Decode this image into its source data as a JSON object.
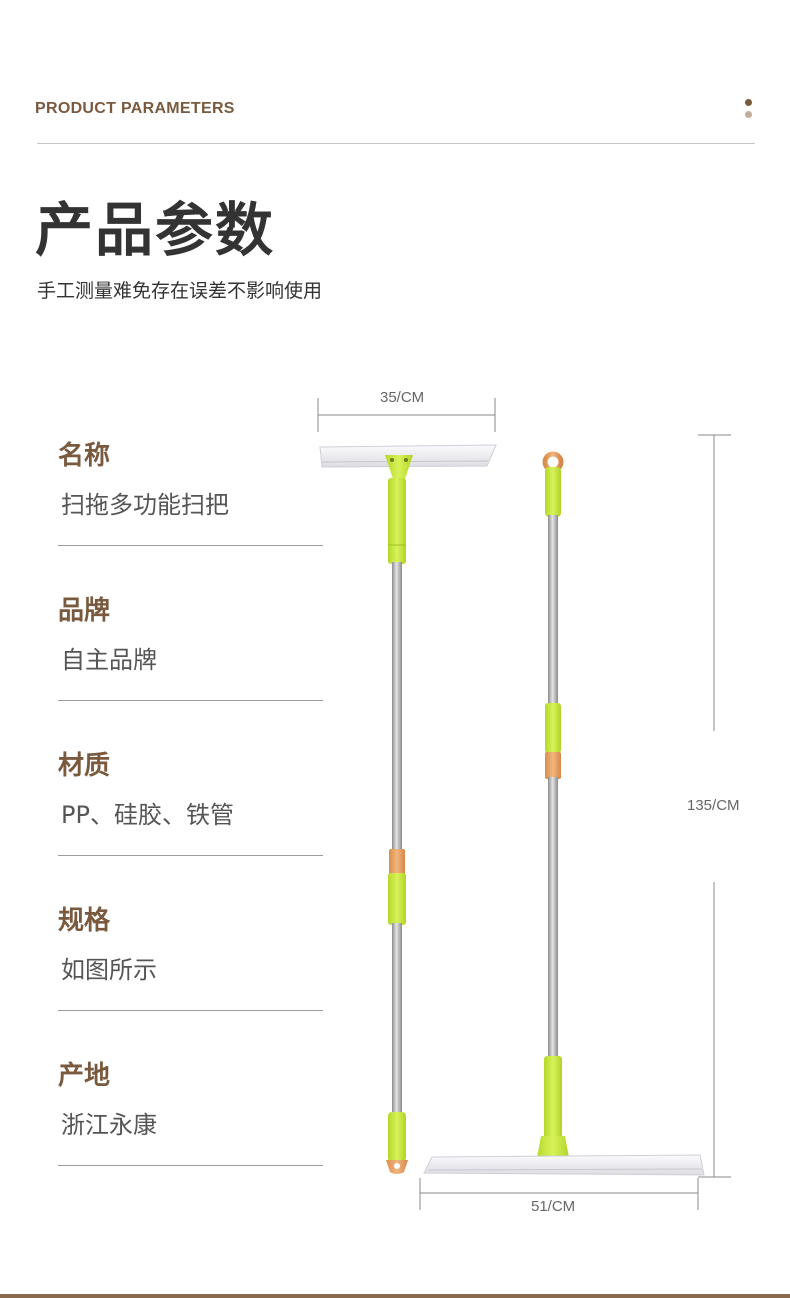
{
  "header": {
    "subtitle_en": "PRODUCT PARAMETERS"
  },
  "title": "产品参数",
  "subtitle": "手工测量难免存在误差不影响使用",
  "params": [
    {
      "label": "名称",
      "value": "扫拖多功能扫把"
    },
    {
      "label": "品牌",
      "value": "自主品牌"
    },
    {
      "label": "材质",
      "value": "PP、硅胶、铁管"
    },
    {
      "label": "规格",
      "value": "如图所示"
    },
    {
      "label": "产地",
      "value": "浙江永康"
    }
  ],
  "dimensions": {
    "top_width": "35/CM",
    "height": "135/CM",
    "bottom_width": "51/CM"
  },
  "colors": {
    "accent_brown": "#7a5a3e",
    "handle_green": "#c8ea3c",
    "connector_orange": "#e8a366",
    "pole_silver": "#a8a8a8",
    "blade_white": "#f0f0f3"
  }
}
